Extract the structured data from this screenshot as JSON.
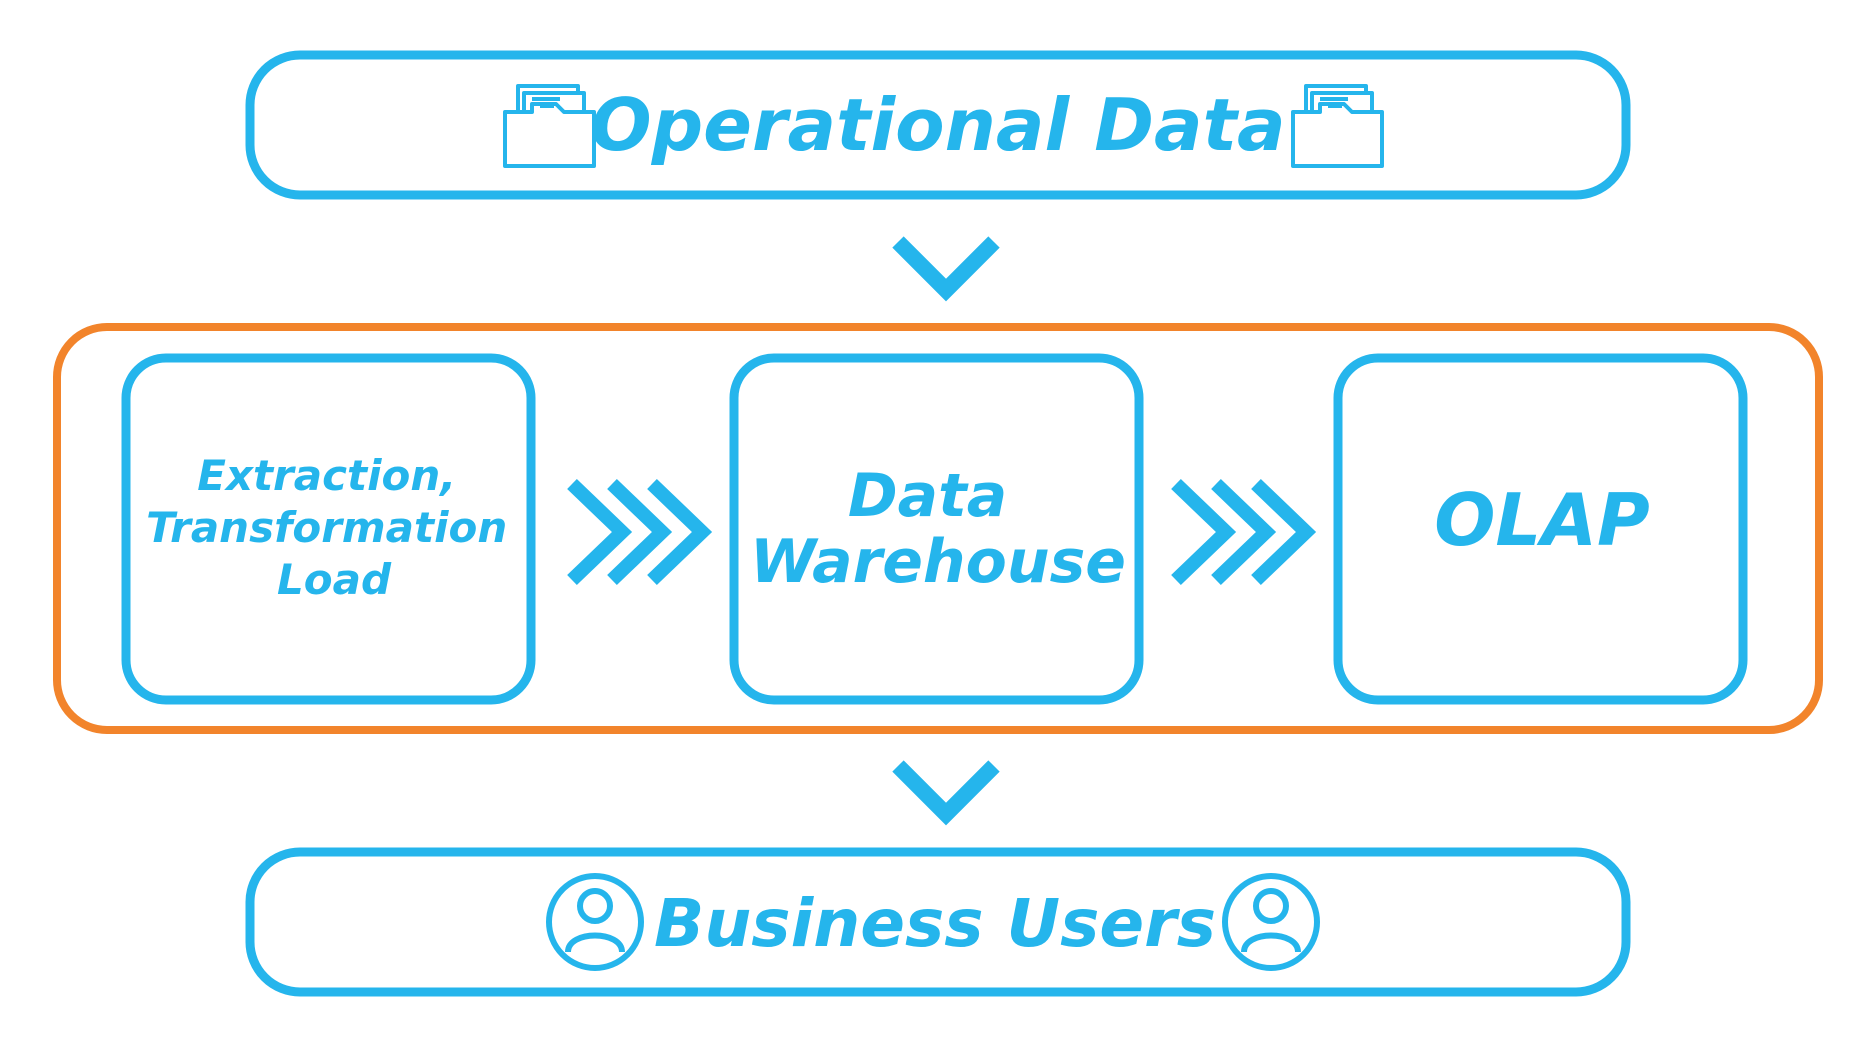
{
  "colors": {
    "primary": "#25B5EC",
    "container": "#F2842B",
    "background": "#FFFFFF"
  },
  "top_box": {
    "title": "Operational Data",
    "icon": "folder-icon"
  },
  "pipeline": {
    "etl_lines": [
      "Extraction,",
      "Transformation",
      "Load"
    ],
    "dw_lines": [
      "Data",
      "Warehouse"
    ],
    "olap": "OLAP"
  },
  "bottom_box": {
    "title": "Business Users",
    "icon": "user-icon"
  }
}
